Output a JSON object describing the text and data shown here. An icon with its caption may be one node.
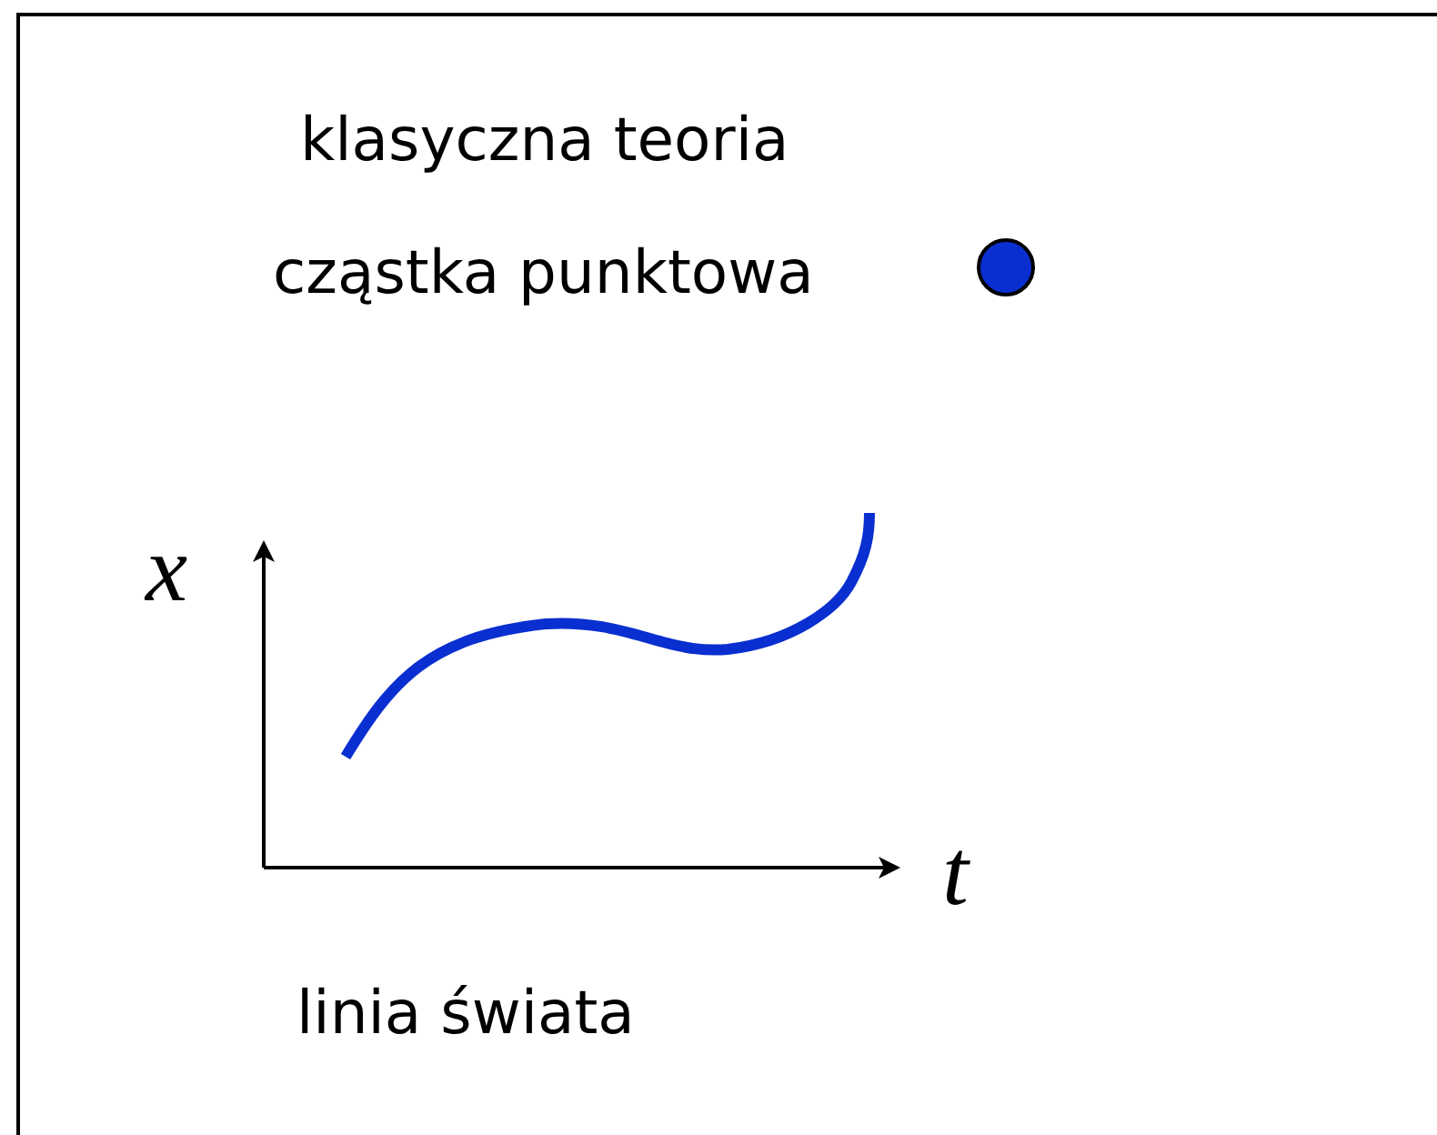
{
  "diagram": {
    "title": "klasyczna teoria",
    "labels": [
      "cząstka punktowa",
      "x",
      "t",
      "linia świata"
    ]
  }
}
